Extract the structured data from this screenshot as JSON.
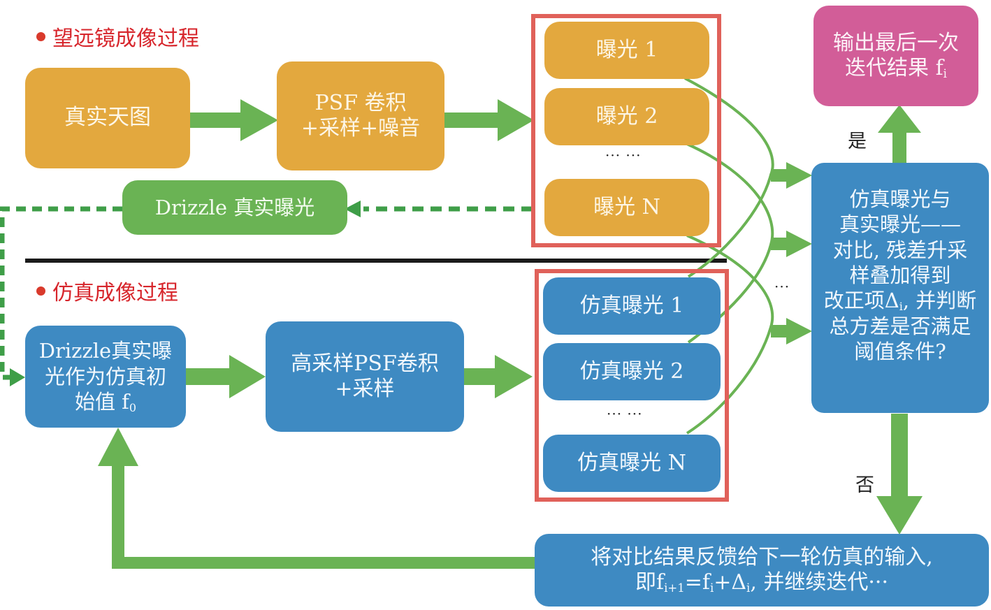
{
  "colors": {
    "orange": "#e3a83e",
    "green": "#6ab354",
    "blue": "#3e8ac2",
    "pink": "#d25d98",
    "red_frame": "#e0615a",
    "title_red": "#d7262c",
    "arrow_green": "#6ab354",
    "dashed_green": "#3f9e48"
  },
  "sections": {
    "telescope_title": "望远镜成像过程",
    "simulation_title": "仿真成像过程"
  },
  "telescope": {
    "true_sky": "真实天图",
    "psf_line1": "PSF 卷积",
    "psf_line2": "+采样+噪音",
    "exposures": [
      "曝光 1",
      "曝光 2",
      "曝光 N"
    ],
    "ellipsis": "··· ···",
    "drizzle": "Drizzle 真实曝光"
  },
  "simulation": {
    "init_line1": "Drizzle真实曝",
    "init_line2": "光作为仿真初",
    "init_line3_prefix": "始值 f",
    "init_line3_sub": "0",
    "hires_line1": "高采样PSF卷积",
    "hires_line2": "+采样",
    "exposures": [
      "仿真曝光 1",
      "仿真曝光 2",
      "仿真曝光 N"
    ],
    "ellipsis": "··· ···"
  },
  "compare": {
    "lines": [
      "仿真曝光与",
      "真实曝光——",
      "对比, 残差升采",
      "样叠加得到"
    ],
    "line5_prefix": "改正项Δ",
    "line5_sub": "i",
    "line5_suffix": ", 并判断",
    "line6": "总方差是否满足",
    "line7": "阈值条件?",
    "side_ellipsis": "···"
  },
  "output": {
    "line1": "输出最后一次",
    "line2_prefix": "迭代结果 f",
    "line2_sub": "i"
  },
  "decisions": {
    "yes": "是",
    "no": "否"
  },
  "feedback": {
    "line1": "将对比结果反馈给下一轮仿真的输入,",
    "line2_a": "即f",
    "line2_sub1": "i+1",
    "line2_b": "=f",
    "line2_sub2": "i",
    "line2_c": "+Δ",
    "line2_sub3": "i",
    "line2_d": ", 并继续迭代···"
  }
}
